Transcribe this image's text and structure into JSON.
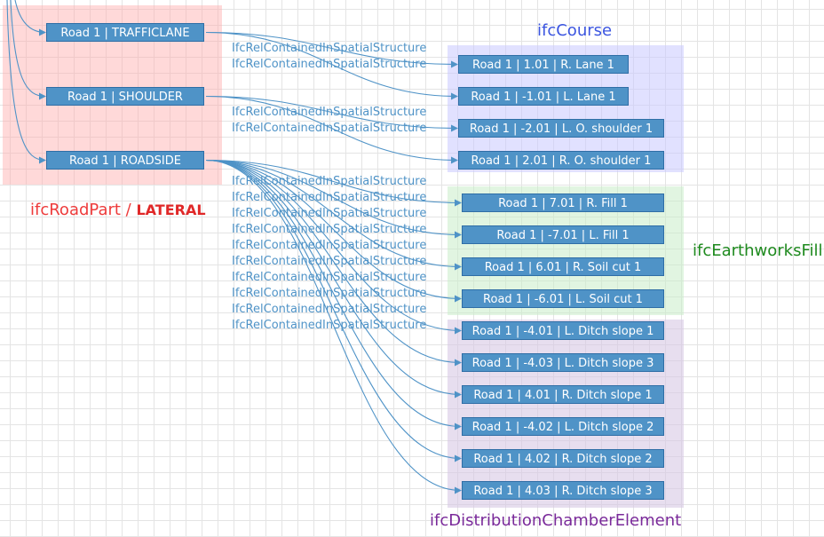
{
  "colors": {
    "box_fill": "#4f93c7",
    "arrow": "#4f93c7",
    "lateral_group": "#ffaaaa",
    "course_group": "#c8c8ff",
    "fill_group": "#c8ecc8",
    "dist_group": "#d7c8e4"
  },
  "groups": {
    "lateral": {
      "label_pre": "ifcRoadPart / ",
      "label_strong": "LATERAL"
    },
    "course": {
      "label_ifc": "ifc",
      "label_rest": "Course"
    },
    "fill": {
      "label_ifc": "ifc",
      "label_rest": "EarthworksFill"
    },
    "dist": {
      "label": "ifcDistributionChamberElement"
    }
  },
  "road_parts": [
    {
      "id": "trafficlane",
      "label": "Road 1 | TRAFFICLANE"
    },
    {
      "id": "shoulder",
      "label": "Road 1 | SHOULDER"
    },
    {
      "id": "roadside",
      "label": "Road 1 | ROADSIDE"
    }
  ],
  "elements": {
    "course": [
      {
        "label": "Road 1 | 1.01 | R. Lane 1",
        "from": "trafficlane"
      },
      {
        "label": "Road 1 | -1.01 | L. Lane 1",
        "from": "trafficlane"
      },
      {
        "label": "Road 1 | -2.01 | L. O. shoulder 1",
        "from": "shoulder"
      },
      {
        "label": "Road 1 | 2.01 | R. O. shoulder 1",
        "from": "shoulder"
      }
    ],
    "fill": [
      {
        "label": "Road 1 | 7.01 | R. Fill 1",
        "from": "roadside"
      },
      {
        "label": "Road 1 | -7.01 | L. Fill 1",
        "from": "roadside"
      },
      {
        "label": "Road 1 | 6.01 | R. Soil cut 1",
        "from": "roadside"
      },
      {
        "label": "Road 1 | -6.01 | L. Soil cut 1",
        "from": "roadside"
      }
    ],
    "dist": [
      {
        "label": "Road 1 | -4.01 | L. Ditch slope 1",
        "from": "roadside"
      },
      {
        "label": "Road 1 | -4.03 | L. Ditch slope 3",
        "from": "roadside"
      },
      {
        "label": "Road 1 | 4.01 | R. Ditch slope 1",
        "from": "roadside"
      },
      {
        "label": "Road 1 | -4.02 | L. Ditch slope 2",
        "from": "roadside"
      },
      {
        "label": "Road 1 | 4.02 | R. Ditch slope 2",
        "from": "roadside"
      },
      {
        "label": "Road 1 | 4.03 | R. Ditch slope 3",
        "from": "roadside"
      }
    ]
  },
  "relationships": [
    "IfcRelContainedInSpatialStructure",
    "IfcRelContainedInSpatialStructure",
    "IfcRelContainedInSpatialStructure",
    "IfcRelContainedInSpatialStructure",
    "IfcRelContainedInSpatialStructure",
    "IfcRelContainedInSpatialStructure",
    "IfcRelContainedInSpatialStructure",
    "IfcRelContainedInSpatialStructure",
    "IfcRelContainedInSpatialStructure",
    "IfcRelContainedInSpatialStructure",
    "IfcRelContainedInSpatialStructure",
    "IfcRelContainedInSpatialStructure",
    "IfcRelContainedInSpatialStructure",
    "IfcRelContainedInSpatialStructure"
  ]
}
